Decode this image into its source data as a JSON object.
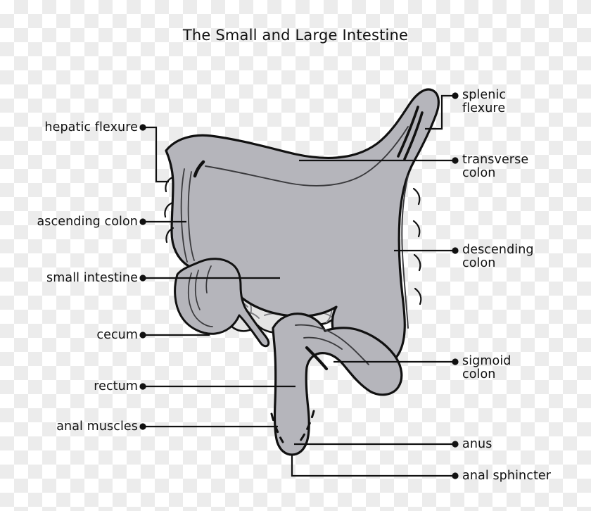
{
  "title": "The Small and Large Intestine",
  "colors": {
    "large_intestine_fill": "#b5b5bb",
    "small_intestine_fill": "#e4e4e4",
    "outline": "#111111",
    "inner_line": "#7e7e82",
    "leader_line": "#111111",
    "text": "#111111",
    "checker_light": "#ffffff",
    "checker_dark": "#ececec"
  },
  "labels": {
    "hepatic_flexure": "hepatic flexure",
    "ascending_colon": "ascending colon",
    "small_intestine": "small intestine",
    "cecum": "cecum",
    "rectum": "rectum",
    "anal_muscles": "anal muscles",
    "splenic_flexure_l1": "splenic",
    "splenic_flexure_l2": "flexure",
    "transverse_colon_l1": "transverse",
    "transverse_colon_l2": "colon",
    "descending_colon_l1": "descending",
    "descending_colon_l2": "colon",
    "sigmoid_colon_l1": "sigmoid",
    "sigmoid_colon_l2": "colon",
    "anus": "anus",
    "anal_sphincter": "anal sphincter"
  }
}
